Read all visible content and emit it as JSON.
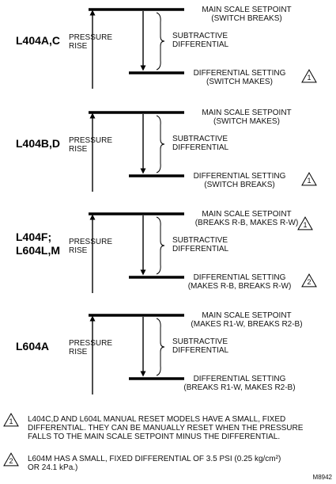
{
  "panels": [
    {
      "model": [
        "L404A,C"
      ],
      "pressure_rise": [
        "PRESSURE",
        "RISE"
      ],
      "top_label": [
        "MAIN SCALE SETPOINT",
        "(SWITCH BREAKS)"
      ],
      "top_marker": "",
      "mid_label": [
        "SUBTRACTIVE",
        "DIFFERENTIAL"
      ],
      "bottom_label": [
        "DIFFERENTIAL SETTING",
        "(SWITCH MAKES)"
      ],
      "bottom_marker": "1"
    },
    {
      "model": [
        "L404B,D"
      ],
      "pressure_rise": [
        "PRESSURE",
        "RISE"
      ],
      "top_label": [
        "MAIN SCALE SETPOINT",
        "(SWITCH MAKES)"
      ],
      "top_marker": "",
      "mid_label": [
        "SUBTRACTIVE",
        "DIFFERENTIAL"
      ],
      "bottom_label": [
        "DIFFERENTIAL SETTING",
        "(SWITCH BREAKS)"
      ],
      "bottom_marker": "1"
    },
    {
      "model": [
        "L404F;",
        "L604L,M"
      ],
      "pressure_rise": [
        "PRESSURE",
        "RISE"
      ],
      "top_label": [
        "MAIN SCALE SETPOINT",
        "(BREAKS R-B, MAKES R-W)"
      ],
      "top_marker": "1",
      "mid_label": [
        "SUBTRACTIVE",
        "DIFFERENTIAL"
      ],
      "bottom_label": [
        "DIFFERENTIAL SETTING",
        "(MAKES R-B, BREAKS R-W)"
      ],
      "bottom_marker": "2"
    },
    {
      "model": [
        "L604A"
      ],
      "pressure_rise": [
        "PRESSURE",
        "RISE"
      ],
      "top_label": [
        "MAIN SCALE SETPOINT",
        "(MAKES R1-W, BREAKS R2-B)"
      ],
      "top_marker": "",
      "mid_label": [
        "SUBTRACTIVE",
        "DIFFERENTIAL"
      ],
      "bottom_label": [
        "DIFFERENTIAL SETTING",
        "(BREAKS R1-W, MAKES R2-B)"
      ],
      "bottom_marker": ""
    }
  ],
  "notes": [
    {
      "marker": "1",
      "lines": [
        "L404C,D AND L604L MANUAL RESET MODELS HAVE A SMALL, FIXED",
        "DIFFERENTIAL. THEY CAN BE MANUALLY RESET WHEN THE PRESSURE",
        "FALLS TO THE MAIN SCALE SETPOINT MINUS THE DIFFERENTIAL."
      ]
    },
    {
      "marker": "2",
      "lines": [
        "L604M HAS A SMALL, FIXED DIFFERENTIAL OF 3.5 PSI (0.25 kg/cm²)",
        "OR 24.1 kPa.)"
      ]
    }
  ],
  "figure_code": "M8942"
}
